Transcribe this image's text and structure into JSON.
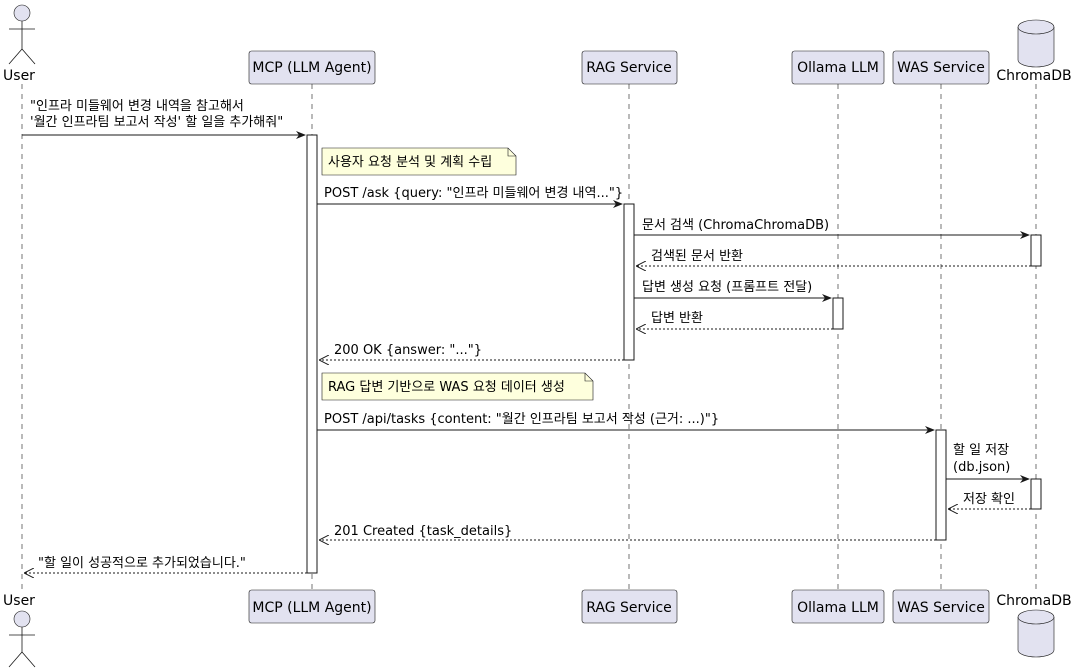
{
  "participants": {
    "user": "User",
    "mcp": "MCP (LLM Agent)",
    "rag": "RAG Service",
    "ollama": "Ollama LLM",
    "was": "WAS Service",
    "chroma": "ChromaDB"
  },
  "messages": {
    "m1_line1": "\"인프라 미들웨어 변경 내역을 참고해서",
    "m1_line2": "'월간 인프라팀 보고서 작성' 할 일을 추가해줘\"",
    "note1": "사용자 요청 분석 및 계획 수립",
    "m2": "POST /ask {query: \"인프라 미들웨어 변경 내역...\"}",
    "m3": "문서 검색 (ChromaChromaDB)",
    "m4": "검색된 문서 반환",
    "m5": "답변 생성 요청 (프롬프트 전달)",
    "m6": "답변 반환",
    "m7": "200 OK {answer: \"...\"}",
    "note2": "RAG 답변 기반으로 WAS 요청 데이터 생성",
    "m8": "POST /api/tasks {content: \"월간 인프라팀 보고서 작성 (근거: ...)\"}",
    "m9_line1": "할 일 저장",
    "m9_line2": "(db.json)",
    "m10": "저장 확인",
    "m11": "201 Created {task_details}",
    "m12": "\"할 일이 성공적으로 추가되었습니다.\""
  }
}
